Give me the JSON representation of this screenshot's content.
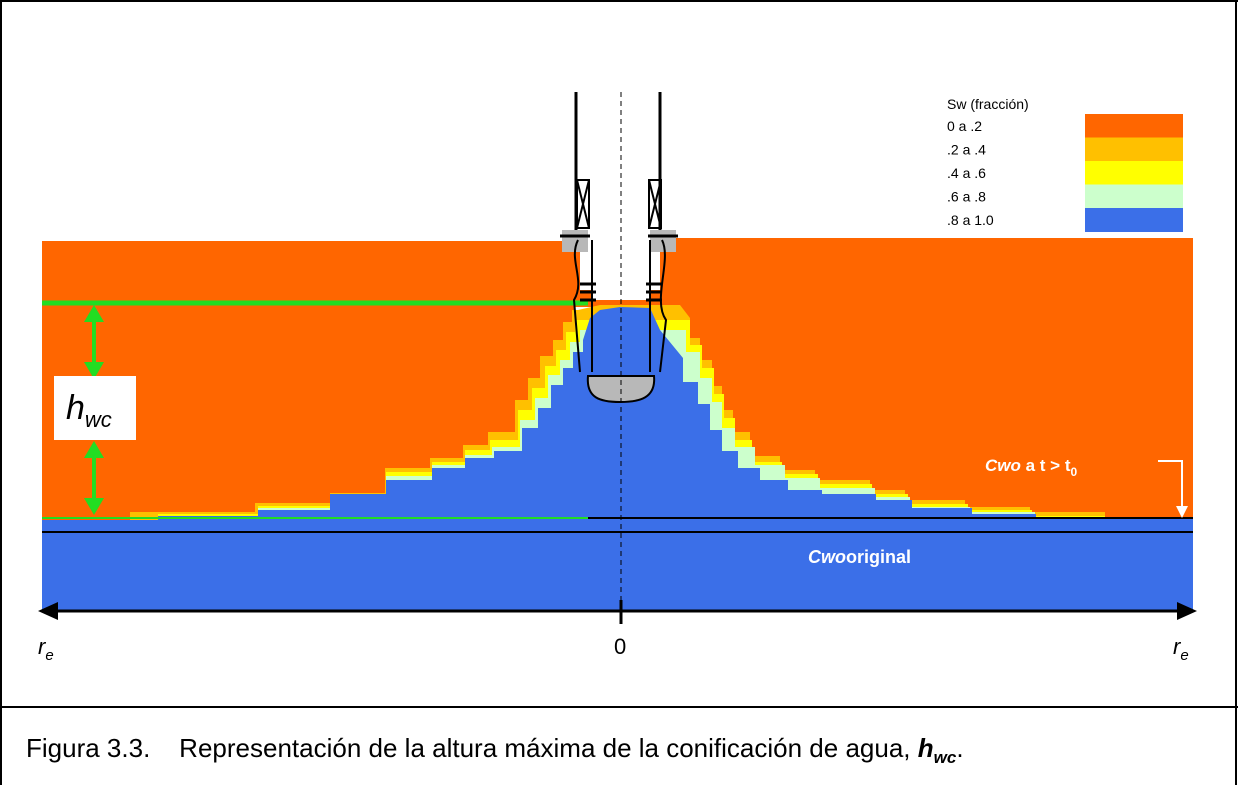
{
  "legend": {
    "title": "Sw (fracción)",
    "items": [
      {
        "label": "0 a .2",
        "color": "#FF6600"
      },
      {
        "label": ".2 a .4",
        "color": "#FFC000"
      },
      {
        "label": ".4 a .6",
        "color": "#FFFF00"
      },
      {
        "label": ".6 a .8",
        "color": "#CCFFCC"
      },
      {
        "label": ".8 a 1.0",
        "color": "#3B6FE8"
      }
    ]
  },
  "labels": {
    "hwc_main": "h",
    "hwc_sub": "wc",
    "cwo_t_italic": "Cwo",
    "cwo_t_rest": " a t > t",
    "cwo_t_sub": "0",
    "cwo_orig_italic": "Cwo",
    "cwo_orig_rest": "original",
    "axis_left": "r",
    "axis_left_sub": "e",
    "axis_center": "0",
    "axis_right": "r",
    "axis_right_sub": "e"
  },
  "caption": {
    "prefix": "Figura 3.3.    Representación de la altura máxima de la conificación de agua, ",
    "symbol": "h",
    "symbol_sub": "wc",
    "suffix": "."
  },
  "colors": {
    "oil": "#FF6600",
    "water": "#3B6FE8",
    "zone_yellow": "#FFFF00",
    "zone_amber": "#FFC000",
    "zone_green": "#CCFFCC",
    "marker_green": "#22DD22",
    "cement": "#B8B8B8"
  }
}
